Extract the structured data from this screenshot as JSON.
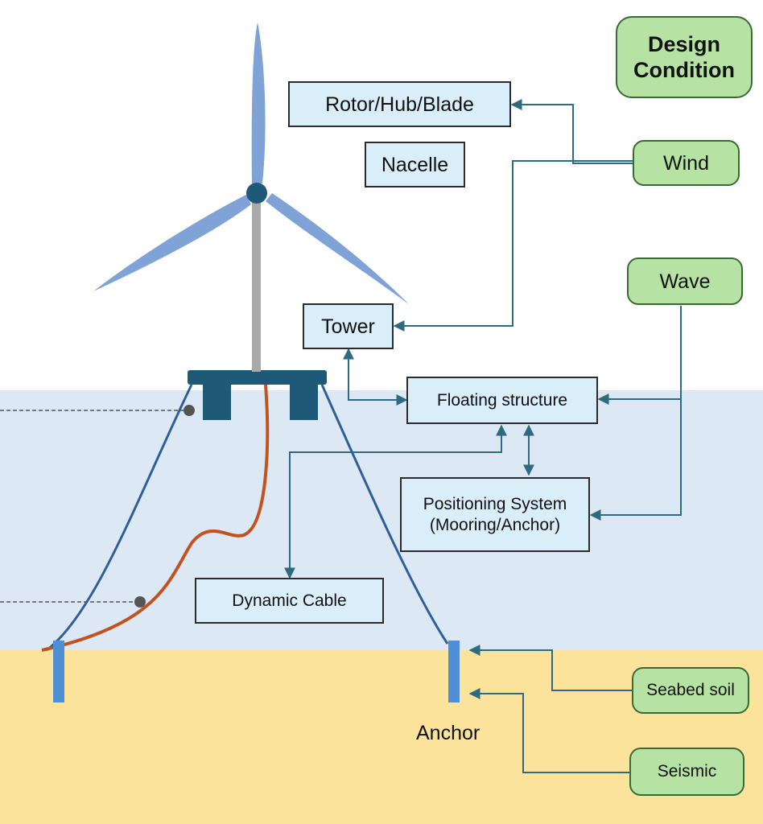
{
  "title": "Design Condition",
  "components": {
    "rotor": "Rotor/Hub/Blade",
    "nacelle": "Nacelle",
    "tower": "Tower",
    "floating": "Floating structure",
    "positioning_line1": "Positioning System",
    "positioning_line2": "(Mooring/Anchor)",
    "cable": "Dynamic Cable",
    "anchor": "Anchor"
  },
  "conditions": {
    "wind": "Wind",
    "wave": "Wave",
    "seabed": "Seabed soil",
    "seismic": "Seismic"
  },
  "colors": {
    "sky": "#ffffff",
    "sea": "#dde8f5",
    "seabed": "#fbe39b",
    "component_box": "#d9eef9",
    "condition_box": "#b6e3a4",
    "arrow": "#2e6a80",
    "blade": "#7fa3d6",
    "tower": "#a9a9a9",
    "platform": "#1e5a78",
    "mooring": "#2f5f9a",
    "cable": "#c0531e",
    "anchor_pile": "#4e8fd6"
  },
  "icons": [
    "wind-turbine-icon",
    "floating-platform-icon",
    "mooring-line-icon",
    "dynamic-cable-icon",
    "anchor-pile-icon"
  ]
}
